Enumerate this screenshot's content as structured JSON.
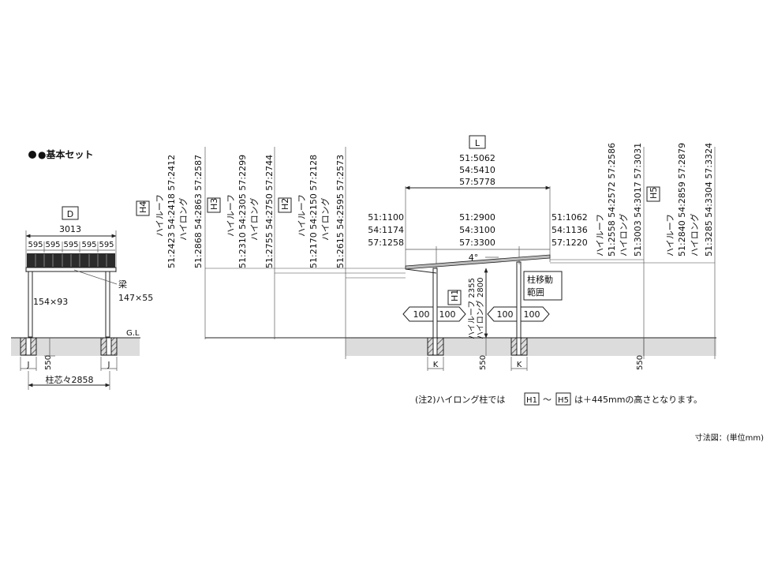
{
  "title": "●基本セット",
  "unit_label": "寸法図：(単位mm)",
  "note": {
    "prefix": "(注2)ハイロング柱では",
    "tag_a": "H1",
    "tilde": "～",
    "tag_b": "H5",
    "suffix": "は＋445mmの高さとなります。"
  },
  "front_view": {
    "d_tag": "D",
    "width_total": "3013",
    "bay_labels": [
      "595",
      "595",
      "595",
      "595",
      "595"
    ],
    "beam_label": "梁",
    "beam_size": "147×55",
    "post_size": "154×93",
    "gl": "G.L",
    "j_left": "J",
    "j_right": "J",
    "depth_550": "550",
    "post_pitch": "柱芯々2858"
  },
  "h_columns": [
    {
      "tag": "H4",
      "lines": [
        "ハイルーフ",
        "51:2423 54:2418 57:2412",
        "ハイロング",
        "51:2868 54:2863 57:2587"
      ]
    },
    {
      "tag": "H3",
      "lines": [
        "ハイルーフ",
        "51:2310 54:2305 57:2299",
        "ハイロング",
        "51:2755 54:2750 57:2744"
      ]
    },
    {
      "tag": "H2",
      "lines": [
        "ハイルーフ",
        "51:2170 54:2150 57:2128",
        "ハイロング",
        "51:2615 54:2595 57:2573"
      ]
    },
    {
      "tag": "H5",
      "lines": [
        "ハイルーフ",
        "51:2558 54:2572 57:2586",
        "ハイロング",
        "51:3003 54:3017 57:3031"
      ]
    },
    {
      "tag": "",
      "lines": [
        "ハイルーフ",
        "51:2840 54:2859 57:2879",
        "ハイロング",
        "51:3285 54:3304 57:3324"
      ]
    }
  ],
  "side_view": {
    "l_tag": "L",
    "l_values": [
      "51:5062",
      "54:5410",
      "57:5778"
    ],
    "left_overhang": [
      "51:1100",
      "54:1174",
      "57:1258"
    ],
    "center_span": [
      "51:2900",
      "54:3100",
      "57:3300"
    ],
    "right_overhang": [
      "51:1062",
      "54:1136",
      "57:1220"
    ],
    "angle": "4°",
    "h1_tag": "H1",
    "h1_lines": [
      "ハイルーフ 2355",
      "ハイロング 2800"
    ],
    "move_box": [
      "柱移動",
      "範囲"
    ],
    "arrow_labels": [
      "100",
      "100",
      "100",
      "100"
    ],
    "k_left": "K",
    "k_right": "K",
    "depth_550_a": "550",
    "depth_550_b": "550"
  }
}
